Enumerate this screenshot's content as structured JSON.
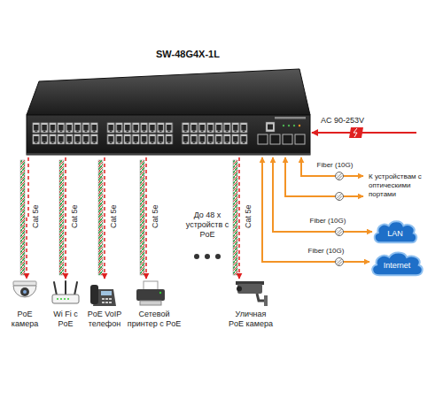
{
  "diagram": {
    "nodes": [
      {
        "text": [
          "SW-48G4X-1L"
        ]
      },
      {
        "text": [
          "PoE камера"
        ]
      },
      {
        "text": [
          "Wi Fi с PoE"
        ]
      },
      {
        "text": [
          "PoE VoIP телефон"
        ]
      },
      {
        "text": [
          "Сетевой принтер с PoE"
        ]
      },
      {
        "text": [
          "Уличная PoE камера"
        ]
      },
      {
        "text": [
          "К устройствам с оптическими портами"
        ]
      },
      {
        "text": [
          "LAN"
        ]
      },
      {
        "text": [
          "Internet"
        ]
      }
    ],
    "edges": [
      {
        "from": 0,
        "to": 1,
        "label": "Cat 5e",
        "arrow": "to"
      },
      {
        "from": 0,
        "to": 2,
        "label": "Cat 5e",
        "arrow": "to"
      },
      {
        "from": 0,
        "to": 3,
        "label": "Cat 5e",
        "arrow": "to"
      },
      {
        "from": 0,
        "to": 4,
        "label": "Cat 5e",
        "arrow": "to"
      },
      {
        "from": 0,
        "to": 5,
        "label": "Cat 5e",
        "arrow": "to"
      },
      {
        "from": 0,
        "to": 6,
        "label": "Fiber (10G)",
        "arrow": "both"
      },
      {
        "from": 0,
        "to": 6,
        "arrow": "both"
      },
      {
        "from": 0,
        "to": 7,
        "label": "Fiber (10G)",
        "arrow": "both"
      },
      {
        "from": 0,
        "to": 8,
        "label": "Fiber (10G)",
        "arrow": "both"
      }
    ],
    "labels": [
      "AC 90-253V",
      "До 48 х устройств с PoE"
    ]
  }
}
